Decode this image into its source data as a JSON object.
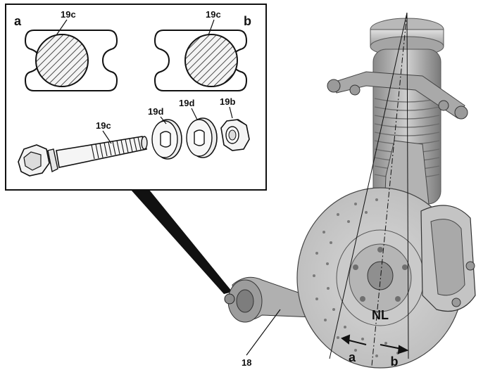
{
  "inset": {
    "corner_a": "a",
    "corner_b": "b",
    "shape_a_label": "19c",
    "shape_b_label": "19c",
    "bolt_label": "19c",
    "washer1_label": "19d",
    "washer2_label": "19d",
    "nut_label": "19b"
  },
  "main": {
    "lower_arm_label": "18",
    "neutral_label": "NL",
    "dir_a_label": "a",
    "dir_b_label": "b"
  },
  "icons": [
    "bolt-icon",
    "washer-icon",
    "nut-icon",
    "brake-disc-icon",
    "strut-icon",
    "caliper-icon"
  ]
}
